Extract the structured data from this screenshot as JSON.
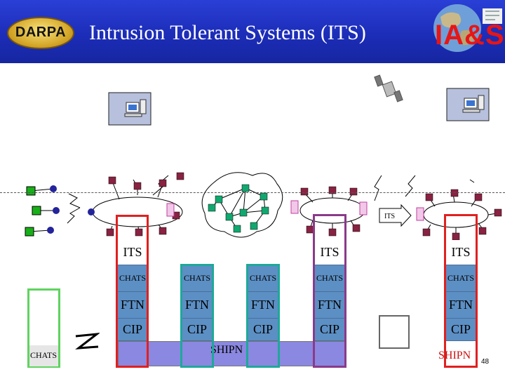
{
  "header": {
    "title": "Intrusion Tolerant Systems (ITS)",
    "left_logo": "DARPA",
    "right_logo": "IA&S"
  },
  "arrow_label": "ITS",
  "stack": {
    "its": "ITS",
    "chats": "CHATS",
    "ftn": "FTN",
    "cip": "CIP",
    "shipn": "SHIPN"
  },
  "page_number": "48",
  "colors": {
    "header_bg": "#1c2db8",
    "its_column": "#e02020",
    "chats_column": "#1fa89a",
    "purple_column": "#8a3a8a",
    "left_column": "#5fd35f",
    "stack_fill": "#5c8fc4",
    "shipn_bar": "#8a88e0",
    "its_box": "#d33ed3"
  }
}
